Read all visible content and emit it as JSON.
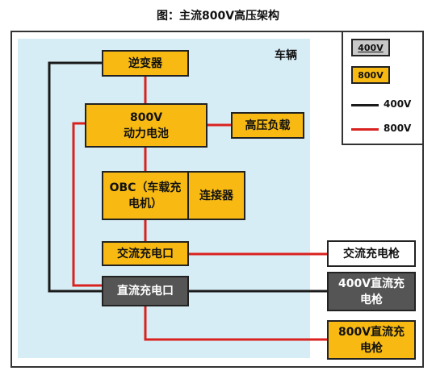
{
  "caption": "图：主流800V高压架构",
  "vehicle_label": "车辆",
  "nodes": {
    "inverter": "逆变器",
    "battery_line1": "800V",
    "battery_line2": "动力电池",
    "hv_load": "高压负载",
    "obc_line1": "OBC（车载充",
    "obc_line2": "电机）",
    "connector": "连接器",
    "ac_port": "交流充电口",
    "dc_port": "直流充电口",
    "ac_gun": "交流充电枪",
    "gun_400_line1": "400V直流充",
    "gun_400_line2": "电枪",
    "gun_800_line1": "800V直流充",
    "gun_800_line2": "电枪"
  },
  "legend": {
    "swatch_400": "400V",
    "swatch_800": "800V",
    "line_400": "400V",
    "line_800": "800V",
    "colors": {
      "line_400": "#1a1a1a",
      "line_800": "#d9221f",
      "box_400": "#555555",
      "box_800": "#f7b912"
    }
  }
}
